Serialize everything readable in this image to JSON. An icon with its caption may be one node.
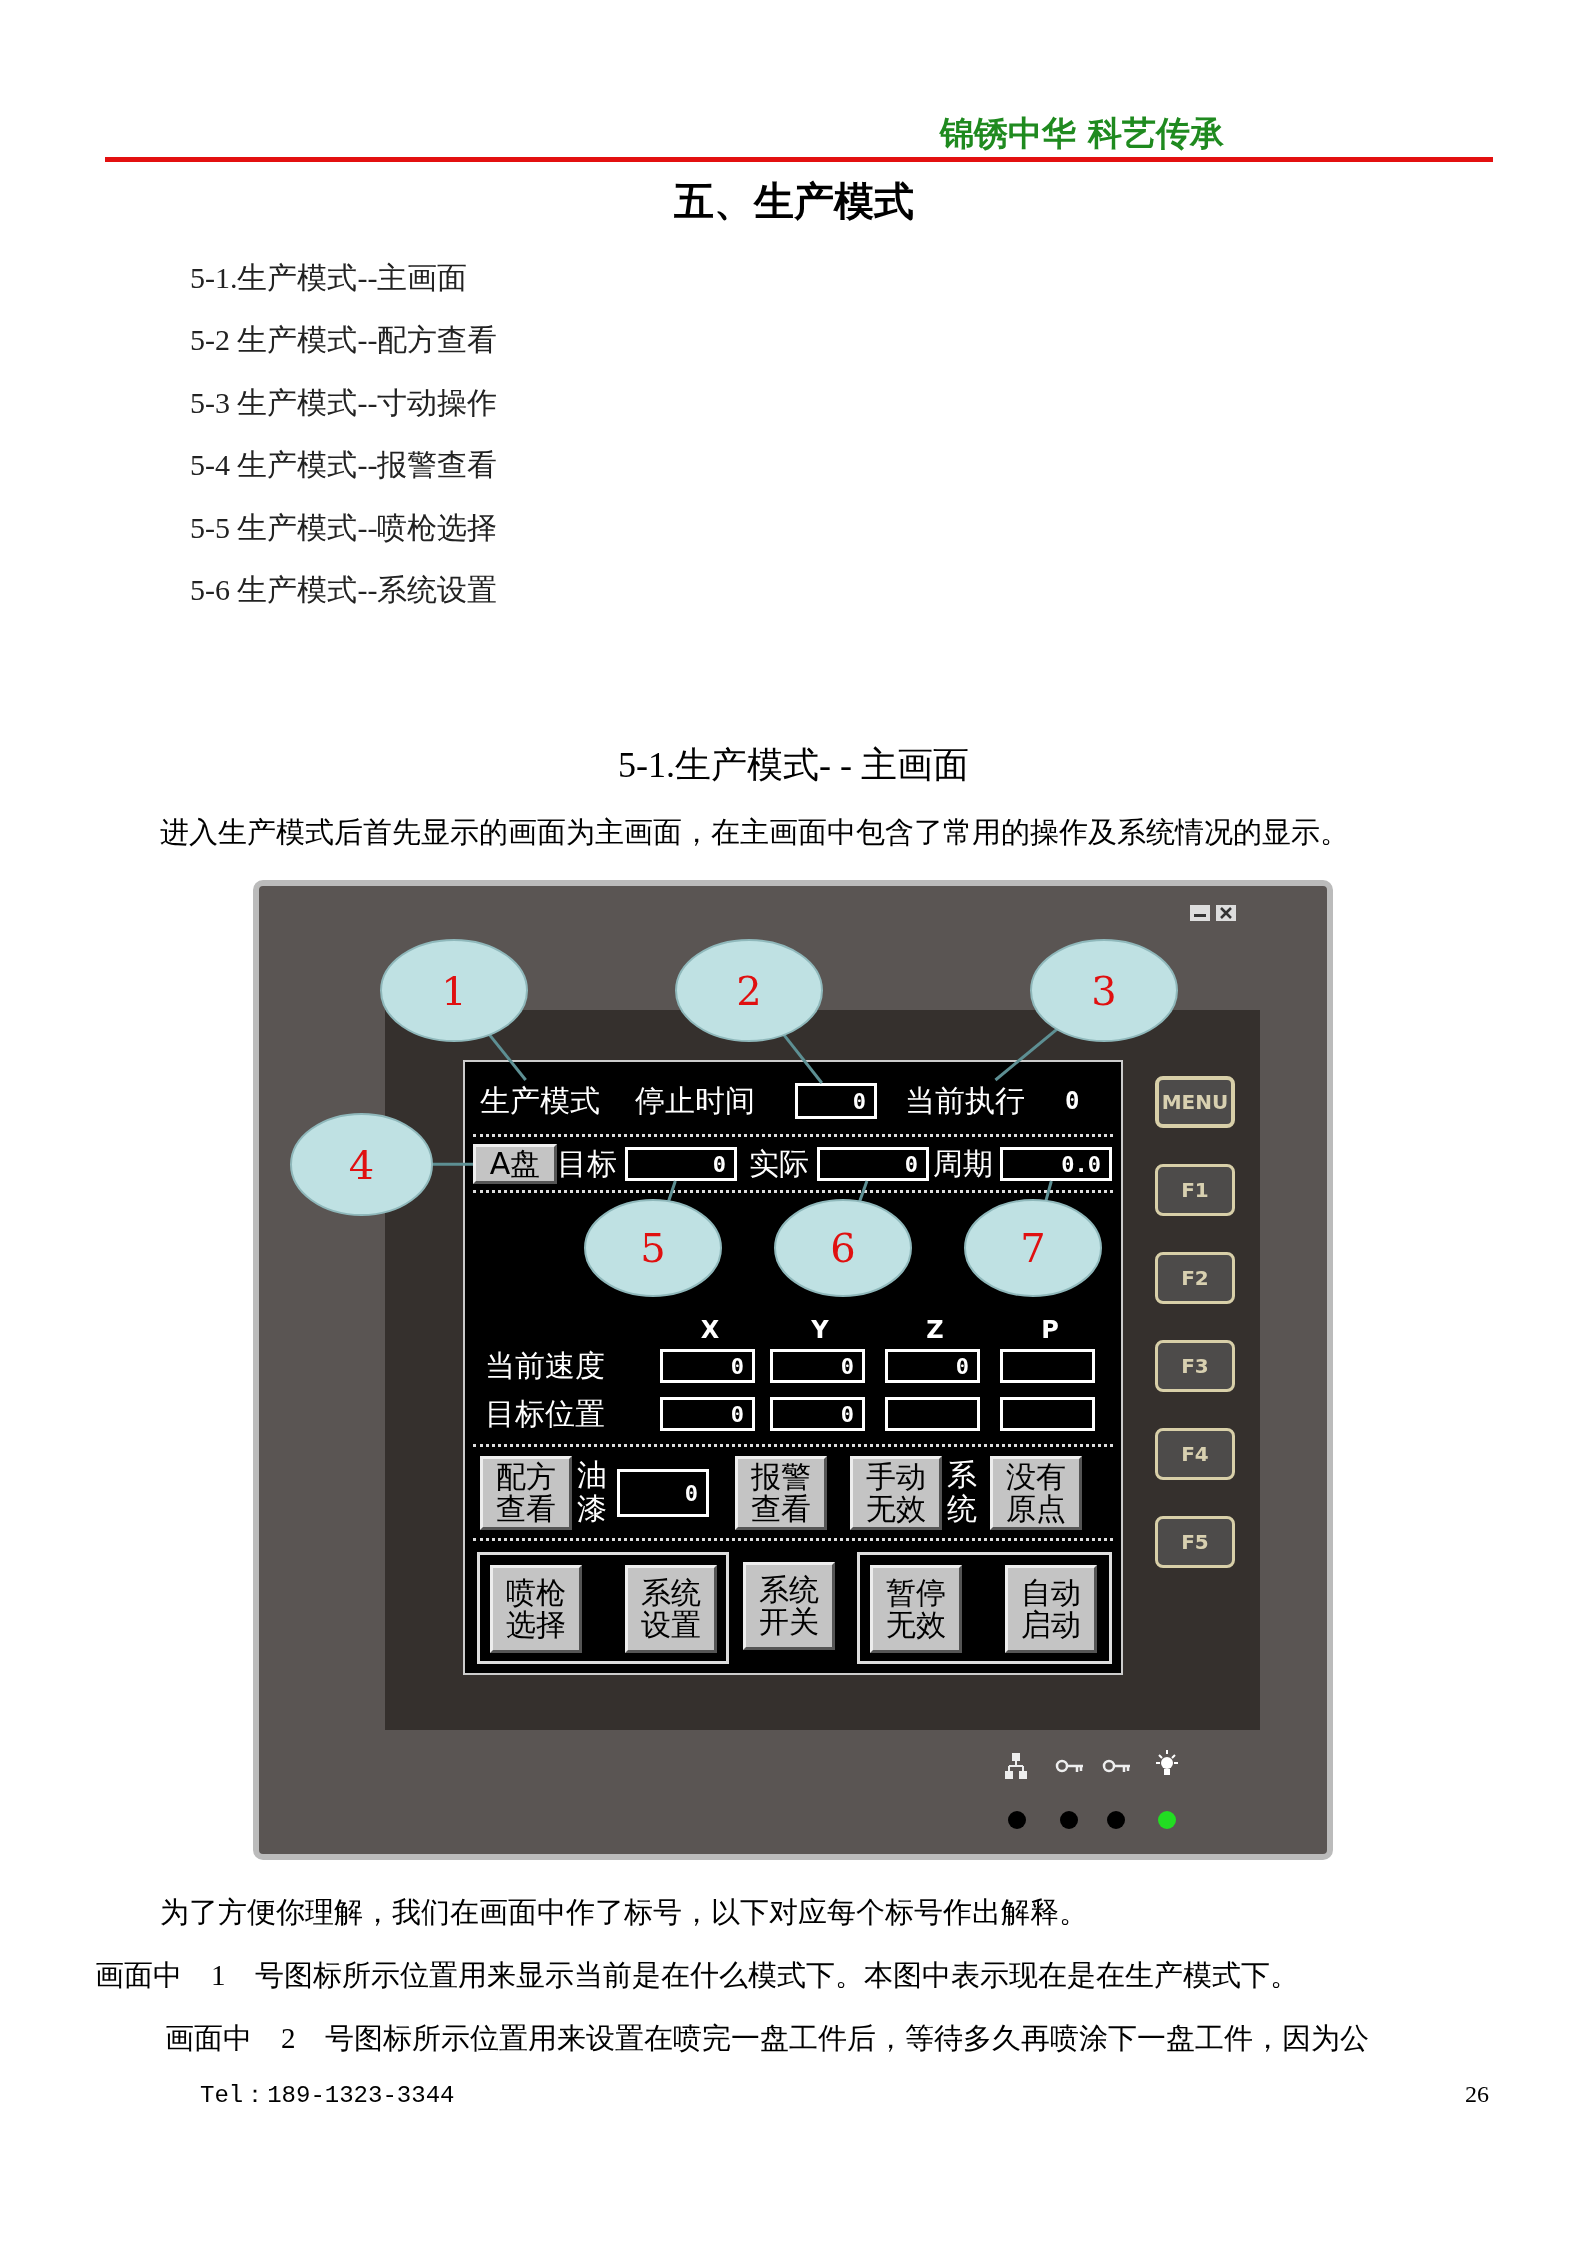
{
  "diagram": {
    "title": "五、生产模式",
    "nodes": [
      {
        "text": [
          "1"
        ]
      },
      {
        "text": [
          "2"
        ]
      },
      {
        "text": [
          "3"
        ]
      },
      {
        "text": [
          "生产模式"
        ]
      },
      {
        "text": [
          "0"
        ]
      },
      {
        "text": [
          "当前执行"
        ]
      },
      {
        "text": [
          "4"
        ]
      },
      {
        "text": [
          "A盘"
        ]
      },
      {
        "text": [
          "0"
        ]
      },
      {
        "text": [
          "0"
        ]
      },
      {
        "text": [
          "0.0"
        ]
      },
      {
        "text": [
          "5"
        ]
      },
      {
        "text": [
          "6"
        ]
      },
      {
        "text": [
          "7"
        ]
      },
      {
        "text": [
          "0"
        ]
      },
      {
        "text": [
          "0"
        ]
      },
      {
        "text": [
          "0"
        ]
      },
      {
        "text": [],
        "shape": "box"
      },
      {
        "text": [
          "0"
        ]
      },
      {
        "text": [
          "0"
        ]
      },
      {
        "text": [],
        "shape": "box"
      },
      {
        "text": [],
        "shape": "box"
      },
      {
        "text": [
          "配方查看"
        ]
      },
      {
        "text": [
          "0"
        ]
      },
      {
        "text": [
          "报警查看"
        ]
      },
      {
        "text": [
          "手动无效"
        ]
      },
      {
        "text": [
          "没有原点"
        ]
      },
      {
        "text": [],
        "shape": "box"
      },
      {
        "text": [
          "喷枪选择"
        ],
        "in": 27
      },
      {
        "text": [
          "系统设置"
        ],
        "in": 27
      },
      {
        "text": [
          "系统开关"
        ]
      },
      {
        "text": [],
        "shape": "box"
      },
      {
        "text": [
          "暂停无效"
        ],
        "in": 31
      },
      {
        "text": [
          "自动启动"
        ],
        "in": 31
      },
      {
        "text": [
          "MENU"
        ]
      },
      {
        "text": [
          "F1"
        ]
      },
      {
        "text": [
          "F2"
        ]
      },
      {
        "text": [
          "F3"
        ]
      },
      {
        "text": [
          "F4"
        ]
      },
      {
        "text": [
          "F5"
        ]
      }
    ],
    "edges": [
      {
        "from": 0,
        "to": 3,
        "arrow": "none"
      },
      {
        "from": 1,
        "to": 4,
        "arrow": "none"
      },
      {
        "from": 2,
        "to": 5,
        "arrow": "none"
      },
      {
        "from": 6,
        "to": 7,
        "arrow": "none"
      },
      {
        "from": 11,
        "to": 8,
        "arrow": "none"
      },
      {
        "from": 12,
        "to": 9,
        "arrow": "none"
      },
      {
        "from": 13,
        "to": 10,
        "arrow": "none"
      }
    ],
    "labels": [
      "锦锈中华 科艺传承",
      "5-1.生产模式--主画面",
      "5-2 生产模式--配方查看",
      "5-3 生产模式--寸动操作",
      "5-4 生产模式--报警查看",
      "5-5 生产模式--喷枪选择",
      "5-6 生产模式--系统设置",
      "5-1.生产模式- - 主画面",
      "进入生产模式后首先显示的画面为主画面，在主画面中包含了常用的操作及系统情况的显示。",
      "停止时间",
      "0",
      "目标",
      "实际",
      "周期",
      "X",
      "Y",
      "Z",
      "P",
      "当前速度",
      "目标位置",
      "油漆",
      "系统",
      "为了方便你理解，我们在画面中作了标号，以下对应每个标号作出解释。",
      "画面中　1　号图标所示位置用来显示当前是在什么模式下。本图中表示现在是在生产模式下。",
      "画面中　2　号图标所示位置用来设置在喷完一盘工件后，等待多久再喷涂下一盘工件，因为公",
      "Tel：189-1323-3344",
      "26"
    ]
  }
}
